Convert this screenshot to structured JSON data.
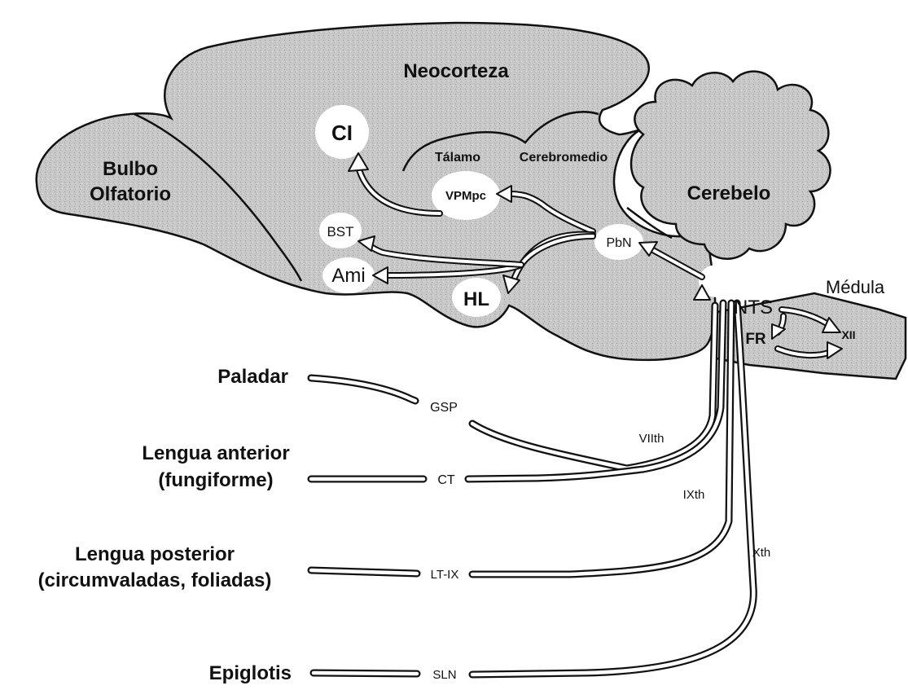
{
  "regions": {
    "neocortex": "Neocorteza",
    "olfactory_bulb_line1": "Bulbo",
    "olfactory_bulb_line2": "Olfatorio",
    "thalamus": "Tálamo",
    "midbrain": "Cerebromedio",
    "cerebellum": "Cerebelo",
    "medulla": "Médula"
  },
  "nuclei": {
    "ci": "CI",
    "vpmpc": "VPMpc",
    "bst": "BST",
    "ami": "Ami",
    "hl": "HL",
    "pbn": "PbN",
    "nts": "NTS",
    "fr": "FR",
    "xii": "XII"
  },
  "sources": {
    "palate": "Paladar",
    "anterior_tongue_line1": "Lengua anterior",
    "anterior_tongue_line2": "(fungiforme)",
    "posterior_tongue_line1": "Lengua posterior",
    "posterior_tongue_line2": "(circumvaladas, foliadas)",
    "epiglottis": "Epiglotis"
  },
  "nerves": {
    "gsp": "GSP",
    "ct": "CT",
    "lt_ix": "LT-IX",
    "sln": "SLN",
    "viith": "VIIth",
    "ixth": "IXth",
    "xth": "Xth"
  }
}
